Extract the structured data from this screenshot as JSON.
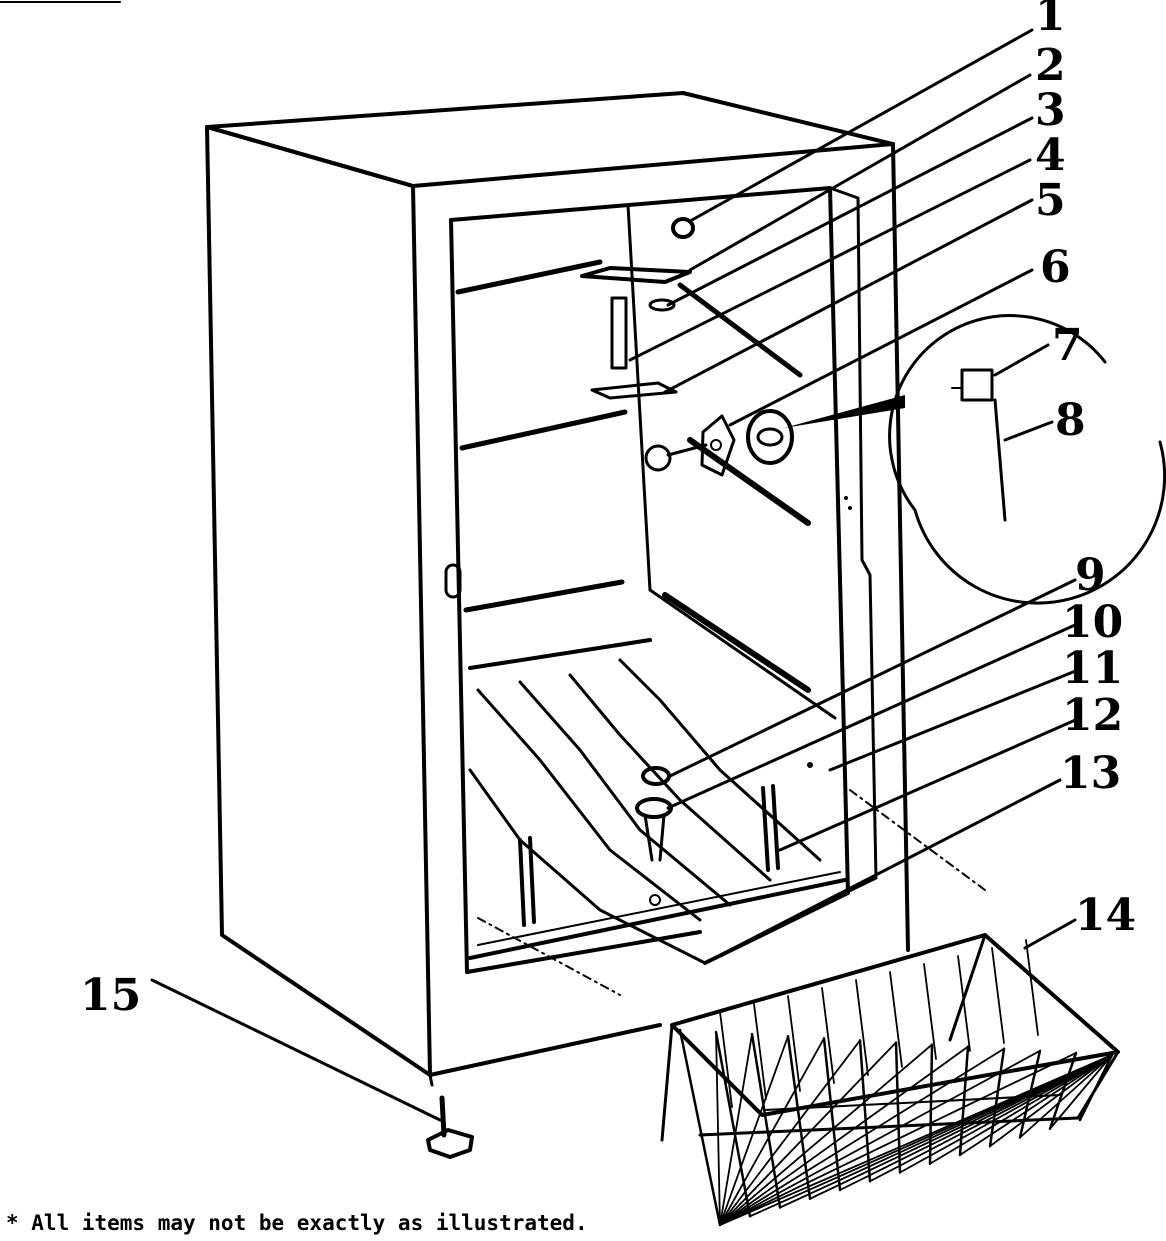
{
  "callouts": [
    "1",
    "2",
    "3",
    "4",
    "5",
    "6",
    "7",
    "8",
    "9",
    "10",
    "11",
    "12",
    "13",
    "14",
    "15"
  ],
  "footnote": "* All items may not be exactly as illustrated.",
  "colors": {
    "ink": "#000000",
    "paper": "#ffffff"
  }
}
